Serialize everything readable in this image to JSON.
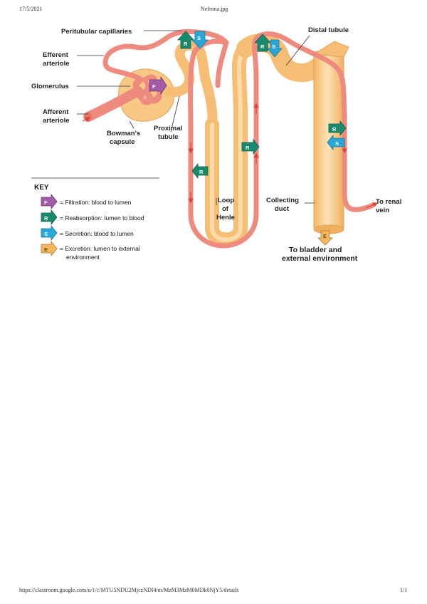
{
  "header": {
    "date": "17/5/2021",
    "title": "Nefrona.jpg"
  },
  "footer": {
    "url": "https://classroom.google.com/u/1/c/MTU5NDU2MjczNDI4/m/MzM3MzM0MDk0NjY5/details",
    "page": "1/1"
  },
  "labels": {
    "peritubular": "Peritubular capillaries",
    "distal": "Distal tubule",
    "efferent1": "Efferent",
    "efferent2": "arteriole",
    "glomerulus": "Glomerulus",
    "afferent1": "Afferent",
    "afferent2": "arteriole",
    "bowman1": "Bowman's",
    "bowman2": "capsule",
    "proximal1": "Proximal",
    "proximal2": "tubule",
    "loop1": "Loop",
    "loop2": "of",
    "loop3": "Henle",
    "collecting1": "Collecting",
    "collecting2": "duct",
    "renal1": "To renal",
    "renal2": "vein",
    "bladder1": "To bladder and",
    "bladder2": "external environment"
  },
  "badges": {
    "F": "F",
    "R": "R",
    "S": "S",
    "E": "E"
  },
  "key": {
    "title": "KEY",
    "items": [
      {
        "text": "= Filtration: blood to lumen"
      },
      {
        "text": "= Reabsorption: lumen to blood"
      },
      {
        "text": "= Secretion: blood to lumen"
      },
      {
        "text": "= Excretion: lumen to external"
      }
    ],
    "excretion_line2": "environment"
  },
  "colors": {
    "filtration": "#a35ca8",
    "reabsorption": "#1a8a6e",
    "secretion": "#2aa7d6",
    "excretion": "#f5b75c",
    "tubule": "#f9c885",
    "capillary": "#ee8b7e"
  }
}
